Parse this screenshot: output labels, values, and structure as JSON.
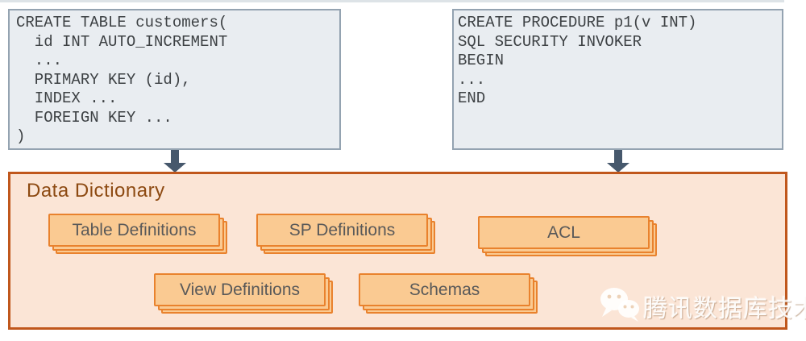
{
  "left_code_box": {
    "lines": [
      "CREATE TABLE customers(",
      "  id INT AUTO_INCREMENT",
      "  ...",
      "  PRIMARY KEY (id),",
      "  INDEX ...",
      "  FOREIGN KEY ...",
      ")"
    ]
  },
  "right_code_box": {
    "lines": [
      "CREATE PROCEDURE p1(v INT)",
      "SQL SECURITY INVOKER",
      "BEGIN",
      "...",
      "END"
    ]
  },
  "data_dictionary": {
    "title": "Data Dictionary",
    "cards": [
      {
        "label": "Table Definitions"
      },
      {
        "label": "SP Definitions"
      },
      {
        "label": "ACL"
      },
      {
        "label": "View Definitions"
      },
      {
        "label": "Schemas"
      }
    ]
  },
  "watermark": {
    "icon": "wechat-logo-icon",
    "text": "腾讯数据库技术"
  },
  "colors": {
    "code_box_fill": "#e9edf1",
    "code_box_border": "#94a3b1",
    "code_text": "#3d4144",
    "arrow": "#46586c",
    "dd_fill": "#fbe5d6",
    "dd_border": "#c0571c",
    "dd_title_text": "#8d4a12",
    "card_fill": "#faca92",
    "card_border": "#e9822d",
    "card_text": "#595959"
  }
}
